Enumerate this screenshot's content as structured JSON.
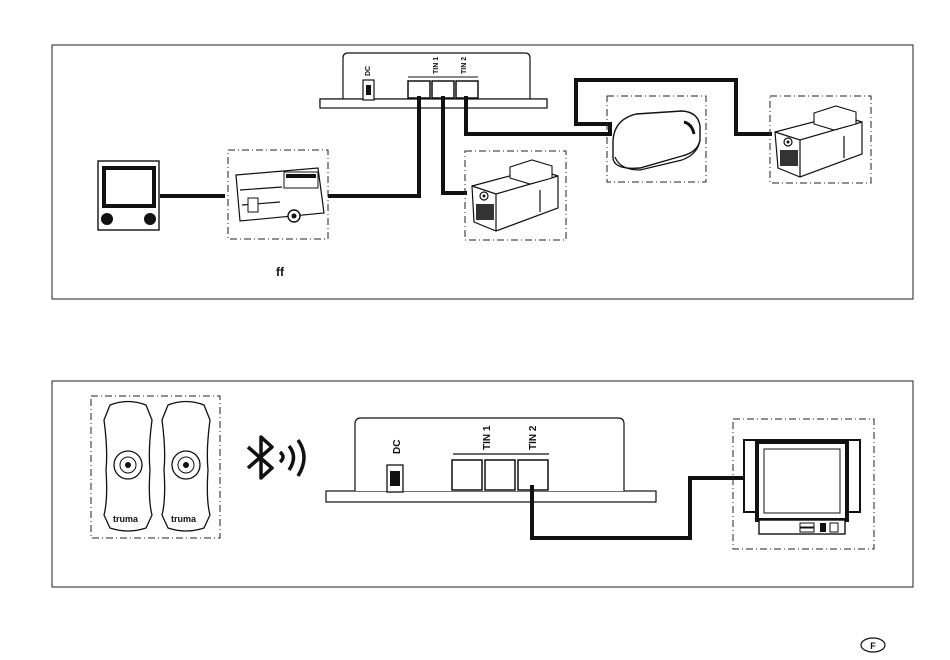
{
  "figure_top": {
    "footnote": "ff",
    "inet_box": {
      "dc_label": "DC",
      "tin1_label": "TIN 1",
      "tin2_label": "TIN 2"
    }
  },
  "figure_bottom": {
    "inet_box": {
      "dc_label": "DC",
      "tin1_label": "TIN 1",
      "tin2_label": "TIN 2"
    },
    "remote_brand": "truma"
  },
  "page_badge": "F"
}
